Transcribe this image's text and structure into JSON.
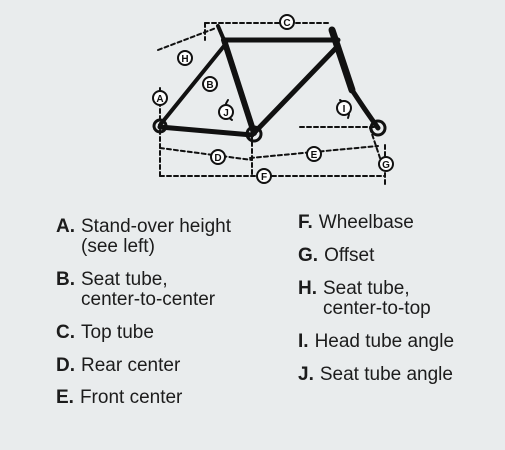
{
  "diagram": {
    "markers": [
      "A",
      "B",
      "C",
      "D",
      "E",
      "F",
      "G",
      "H",
      "I",
      "J"
    ]
  },
  "legend": {
    "items": [
      {
        "key": "A.",
        "lines": [
          "Stand-over height",
          "(see left)"
        ]
      },
      {
        "key": "B.",
        "lines": [
          "Seat tube,",
          "center-to-center"
        ]
      },
      {
        "key": "C.",
        "lines": [
          "Top tube"
        ]
      },
      {
        "key": "D.",
        "lines": [
          "Rear center"
        ]
      },
      {
        "key": "E.",
        "lines": [
          "Front center"
        ]
      },
      {
        "key": "F.",
        "lines": [
          "Wheelbase"
        ]
      },
      {
        "key": "G.",
        "lines": [
          "Offset"
        ]
      },
      {
        "key": "H.",
        "lines": [
          "Seat tube,",
          "center-to-top"
        ]
      },
      {
        "key": "I.",
        "lines": [
          "Head tube angle"
        ]
      },
      {
        "key": "J.",
        "lines": [
          "Seat tube angle"
        ]
      }
    ]
  },
  "colors": {
    "background": "#e9eced",
    "ink": "#1c1c1c"
  }
}
